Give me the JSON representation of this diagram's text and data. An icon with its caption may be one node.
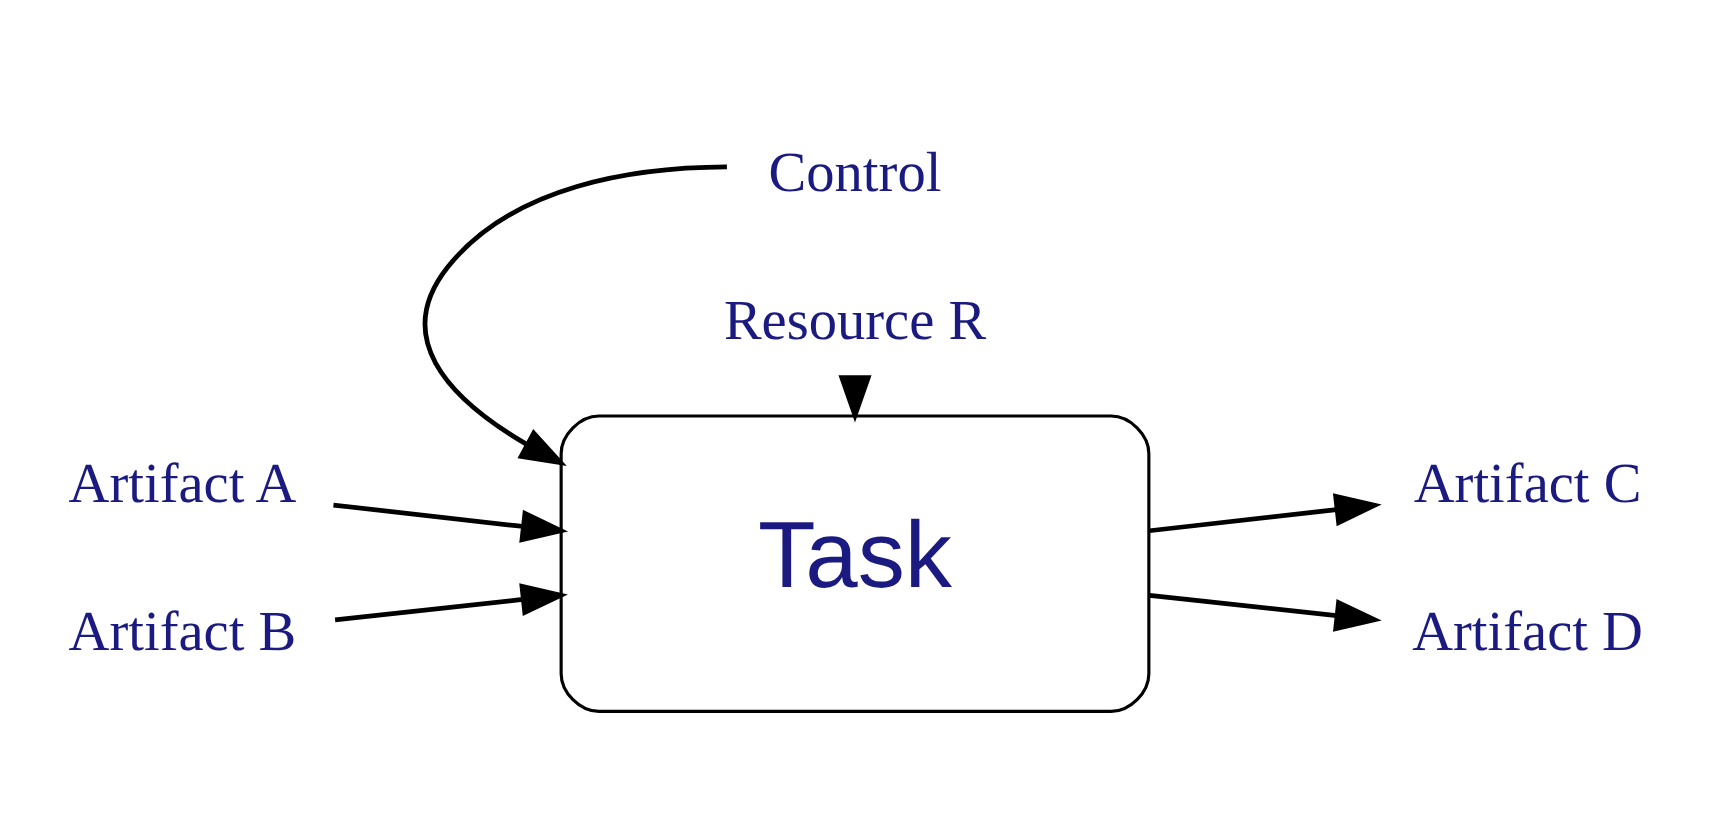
{
  "diagram": {
    "nodes": [
      {
        "text": [
          "Control"
        ]
      },
      {
        "text": [
          "Artifact A"
        ]
      },
      {
        "text": [
          "Task"
        ]
      },
      {
        "text": [
          "Artifact C"
        ]
      },
      {
        "text": [
          "Artifact B"
        ]
      },
      {
        "text": [
          "Artifact D"
        ]
      },
      {
        "text": [
          "Resource R"
        ]
      }
    ],
    "edges": [
      {
        "from": 0,
        "to": 2,
        "arrow": "to"
      },
      {
        "from": 1,
        "to": 2,
        "arrow": "to"
      },
      {
        "from": 4,
        "to": 2,
        "arrow": "to"
      },
      {
        "from": 2,
        "to": 3,
        "arrow": "to"
      },
      {
        "from": 2,
        "to": 5,
        "arrow": "to"
      },
      {
        "from": 6,
        "to": 2,
        "arrow": "to"
      }
    ]
  }
}
